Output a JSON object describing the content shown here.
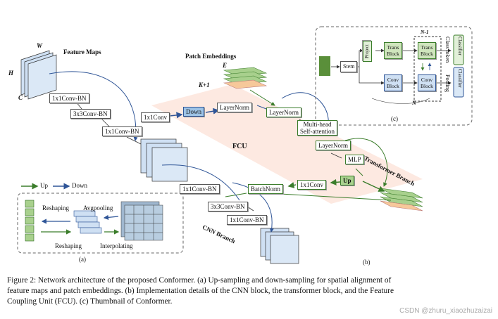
{
  "labels": {
    "feature_maps": "Feature Maps",
    "w": "W",
    "h": "H",
    "c": "C",
    "patch_embeddings": "Patch Embeddings",
    "e": "E",
    "k1": "K+1",
    "fcu": "FCU",
    "transformer_branch": "Transformer Branch",
    "cnn_branch": "CNN Branch",
    "up_legend": "Up",
    "down_legend": "Down",
    "sub_a": "(a)",
    "sub_b": "(b)",
    "sub_c": "(c)",
    "n_minus_1": "N-1",
    "n": "N"
  },
  "blocks": {
    "conv1_top": "1x1Conv-BN",
    "conv3_top": "3x3Conv-BN",
    "conv1_top2": "1x1Conv-BN",
    "fcu_conv_down": "1x1Conv",
    "down": "Down",
    "layernorm_fcu": "LayerNorm",
    "layernorm1": "LayerNorm",
    "mhsa_line1": "Multi-head",
    "mhsa_line2": "Self-attention",
    "layernorm2": "LayerNorm",
    "mlp": "MLP",
    "up": "Up",
    "fcu_conv_up": "1x1Conv",
    "batchnorm": "BatchNorm",
    "conv1_bot": "1x1Conv-BN",
    "conv3_bot": "3x3Conv-BN",
    "conv1_bot2": "1x1Conv-BN"
  },
  "inset_a": {
    "reshaping_top": "Reshaping",
    "avgpooling": "Avgpooling",
    "reshaping_bot": "Reshaping",
    "interpolating": "Interpolating"
  },
  "inset_c": {
    "stem": "Stem",
    "project": "Project",
    "trans_block_1": "Trans",
    "trans_block_1b": "Block",
    "trans_block_2": "Trans",
    "trans_block_2b": "Block",
    "conv_block_1": "Conv",
    "conv_block_1b": "Block",
    "conv_block_2": "Conv",
    "conv_block_2b": "Block",
    "class_token": "Class token",
    "pooling": "Pooling",
    "classifier_top": "Classifier",
    "classifier_bot": "Classifier"
  },
  "caption": {
    "line1": "Figure 2: Network architecture of the proposed Conformer. (a) Up-sampling and down-sampling for spatial alignment of",
    "line2": "feature maps and patch embeddings. (b) Implementation details of the CNN block, the transformer block, and the Feature",
    "line3": "Coupling Unit (FCU). (c) Thumbnail of Conformer."
  },
  "watermark": "CSDN @zhuru_xiaozhuzaizai",
  "colors": {
    "up_green": "#3b7d2b",
    "down_blue": "#2f5597",
    "feature_blue": "#cfe0f3",
    "embed_green": "#a8d08d",
    "embed_orange": "#f6c89a",
    "fcu_band": "#fde3d9"
  }
}
